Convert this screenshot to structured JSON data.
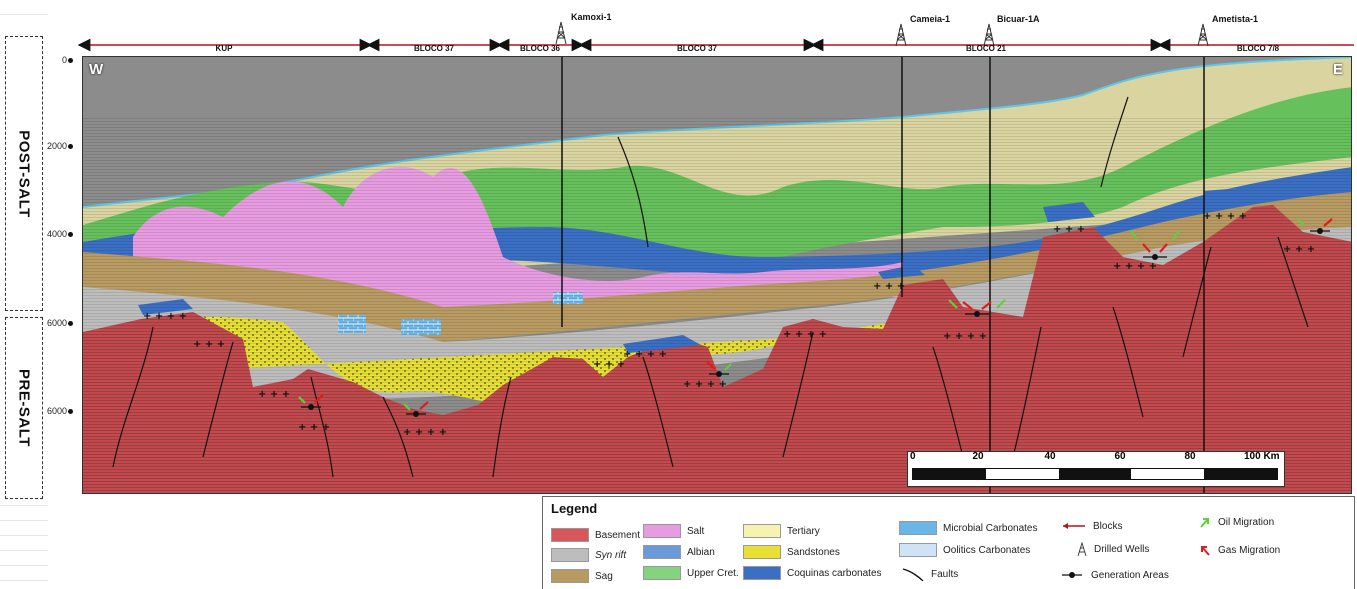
{
  "side_labels": {
    "post_salt": "POST-SALT",
    "pre_salt": "PRE-SALT"
  },
  "depth_ticks": [
    "0",
    "2000",
    "4000",
    "6000",
    "6000"
  ],
  "directions": {
    "west": "W",
    "east": "E"
  },
  "blocks": [
    "KUP",
    "BLOCO 37",
    "BLOCO 36",
    "BLOCO 37",
    "BLOCO 21",
    "BLOCO 7/8"
  ],
  "wells": [
    "Kamoxi-1",
    "Cameia-1",
    "Bicuar-1A",
    "Ametista-1"
  ],
  "scale": {
    "labels": [
      "0",
      "20",
      "40",
      "60",
      "80",
      "100 Km"
    ]
  },
  "legend": {
    "title": "Legend",
    "units": [
      {
        "label": "Basement",
        "color": "#d9575b"
      },
      {
        "label": "Syn rift",
        "color": "#bdbdbd"
      },
      {
        "label": "Sag",
        "color": "#b89a63"
      },
      {
        "label": "Salt",
        "color": "#e79be0"
      },
      {
        "label": "Albian",
        "color": "#6c9ad8"
      },
      {
        "label": "Upper Cret.",
        "color": "#84d37e"
      },
      {
        "label": "Tertiary",
        "color": "#f6f2b0"
      },
      {
        "label": "Sandstones",
        "color": "#e8e034"
      },
      {
        "label": "Coquinas carbonates",
        "color": "#3a6fc4"
      },
      {
        "label": "Microbial Carbonates",
        "color": "#6bb6e6"
      },
      {
        "label": "Oolitics Carbonates",
        "color": "#cfe3f6"
      }
    ],
    "symbols": {
      "faults": "Faults",
      "blocks": "Blocks",
      "drilled_wells": "Drilled Wells",
      "generation_areas": "Generation Areas",
      "oil_migration": "Oil Migration",
      "gas_migration": "Gas Migration"
    }
  }
}
